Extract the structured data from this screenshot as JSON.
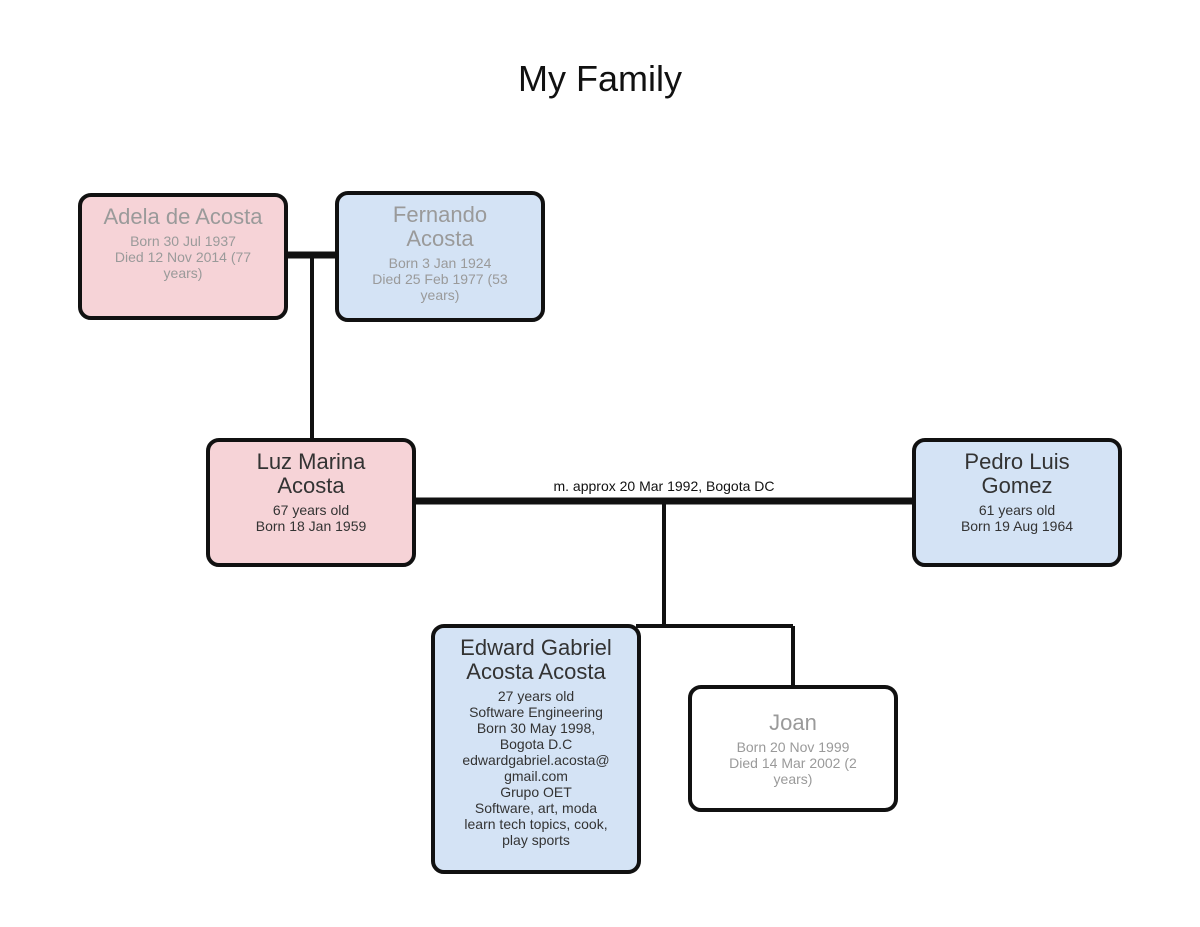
{
  "title": "My Family",
  "people": {
    "adela": {
      "name": "Adela de Acosta",
      "details": [
        "Born 30 Jul 1937",
        "Died 12 Nov 2014 (77",
        "years)"
      ]
    },
    "fernando": {
      "name_lines": [
        "Fernando",
        "Acosta"
      ],
      "details": [
        "Born 3 Jan 1924",
        "Died 25 Feb 1977 (53",
        "years)"
      ]
    },
    "luz": {
      "name_lines": [
        "Luz Marina",
        "Acosta"
      ],
      "details": [
        "67 years old",
        "Born 18 Jan 1959"
      ]
    },
    "pedro": {
      "name_lines": [
        "Pedro Luis",
        "Gomez"
      ],
      "details": [
        "61 years old",
        "Born 19 Aug 1964"
      ]
    },
    "edward": {
      "name_lines": [
        "Edward Gabriel",
        "Acosta Acosta"
      ],
      "details": [
        "27 years old",
        "Software Engineering",
        "Born 30 May 1998,",
        "Bogota D.C",
        "edwardgabriel.acosta@",
        "gmail.com",
        "Grupo OET",
        "Software, art, moda",
        "learn tech topics, cook,",
        "play sports"
      ]
    },
    "joan": {
      "name": "Joan",
      "details": [
        "Born 20 Nov 1999",
        "Died 14 Mar 2002 (2",
        "years)"
      ]
    }
  },
  "marriage_label": "m. approx 20 Mar 1992, Bogota DC",
  "colors": {
    "female": "#f6d3d7",
    "male": "#d4e3f5",
    "unknown": "#ffffff",
    "border": "#111111",
    "deceased_text": "#9a9a9a"
  }
}
